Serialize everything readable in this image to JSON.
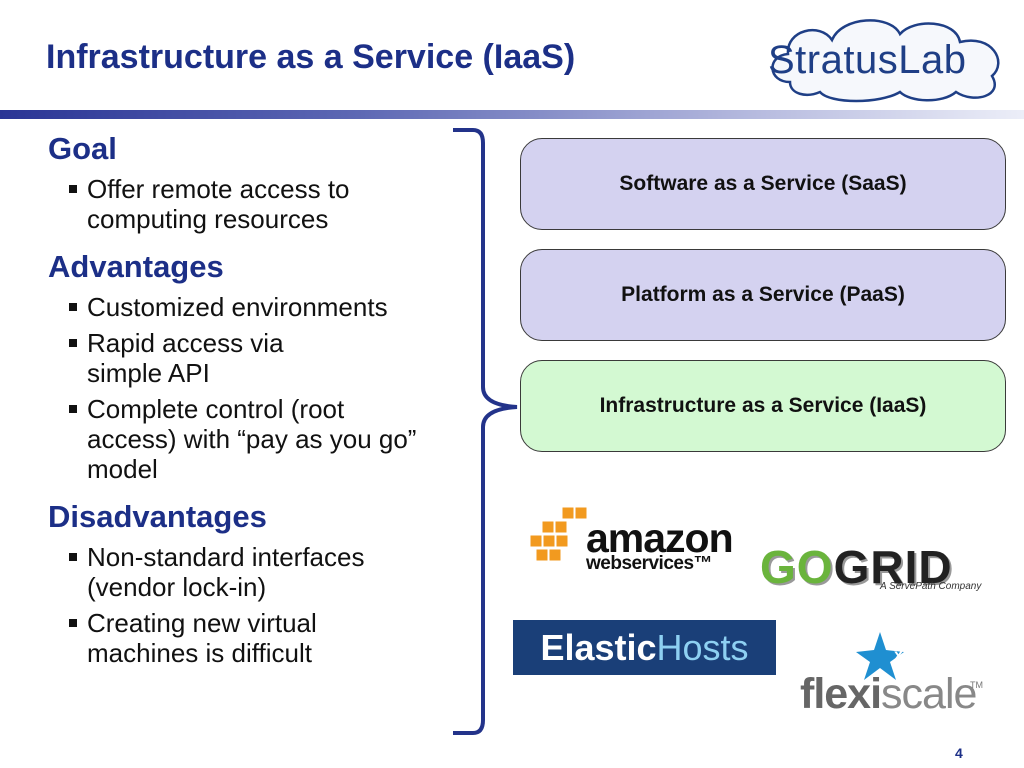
{
  "slide": {
    "title": "Infrastructure as a Service (IaaS)",
    "page_number": "4"
  },
  "logo": {
    "text": "StratusLab"
  },
  "sections": [
    {
      "heading": "Goal",
      "bullets": [
        "Offer remote access to computing resources"
      ]
    },
    {
      "heading": "Advantages",
      "bullets": [
        "Customized environments",
        "Rapid access via simple API",
        "Complete control (root access) with “pay as you go” model"
      ]
    },
    {
      "heading": "Disadvantages",
      "bullets": [
        "Non-standard interfaces (vendor lock-in)",
        "Creating new virtual machines is difficult"
      ]
    }
  ],
  "service_layers": {
    "saas": "Software as a Service (SaaS)",
    "paas": "Platform as a Service (PaaS)",
    "iaas": "Infrastructure as a Service (IaaS)"
  },
  "providers": {
    "amazon_word": "amazon",
    "amazon_sub": "webservices™",
    "gogrid_go": "GO",
    "gogrid_grid": "GRID",
    "gogrid_sub": "A ServePath Company",
    "elastic_a": "Elastic",
    "elastic_b": "Hosts",
    "flexi_a": "flexi",
    "flexi_b": "scale",
    "flexi_tm": "TM"
  },
  "colors": {
    "title": "#1c2f87",
    "saas_paas_fill": "#d4d2f0",
    "iaas_fill": "#d3f9d2",
    "aws_orange": "#f29a1f",
    "gogrid_green": "#6ab43c",
    "elastic_bg": "#1a3f78",
    "flexi_star": "#1f8fd1"
  },
  "icons": {
    "logo": "cloud-icon",
    "bullet": "square-bullet-icon",
    "bracket": "curly-bracket-icon",
    "aws_mark": "aws-cubes-icon",
    "flexi_mark": "flexiscale-star-icon"
  }
}
